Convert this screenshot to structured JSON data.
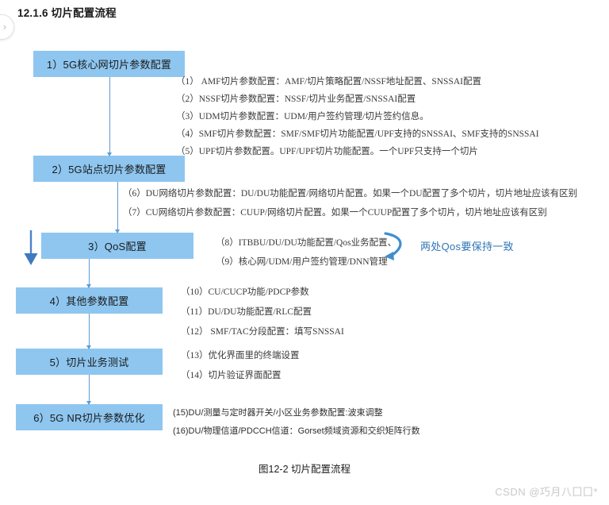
{
  "heading": "12.1.6 切片配置流程",
  "nav": {
    "chevron_glyph": "›"
  },
  "flow_boxes": [
    {
      "id": "box1",
      "label": "1）5G核心网切片参数配置"
    },
    {
      "id": "box2",
      "label": "2）5G站点切片参数配置"
    },
    {
      "id": "box3",
      "label": "3）QoS配置"
    },
    {
      "id": "box4",
      "label": "4）其他参数配置"
    },
    {
      "id": "box5",
      "label": "5）切片业务测试"
    },
    {
      "id": "box6",
      "label": "6）5G NR切片参数优化"
    }
  ],
  "lists": {
    "core": [
      "（1） AMF切片参数配置：AMF/切片策略配置/NSSF地址配置、SNSSAI配置",
      "（2）NSSF切片参数配置：NSSF/切片业务配置/SNSSAI配置",
      "（3）UDM切片参数配置：UDM/用户签约管理/切片签约信息。",
      "（4）SMF切片参数配置：SMF/SMF切片功能配置/UPF支持的SNSSAI、SMF支持的SNSSAI",
      "（5）UPF切片参数配置。UPF/UPF切片功能配置。一个UPF只支持一个切片"
    ],
    "site": [
      "（6）DU网络切片参数配置：DU/DU功能配置/网络切片配置。如果一个DU配置了多个切片，切片地址应该有区别",
      "（7）CU网络切片参数配置：CUUP/网络切片配置。如果一个CUUP配置了多个切片，切片地址应该有区别"
    ],
    "qos": [
      "（8）ITBBU/DU/DU功能配置/Qos业务配置、",
      "（9）核心网/UDM/用户签约管理/DNN管理"
    ],
    "other": [
      "（10）CU/CUCP功能/PDCP参数",
      "（11）DU/DU功能配置/RLC配置",
      "（12） SMF/TAC分段配置：填写SNSSAI"
    ],
    "test": [
      "（13）优化界面里的终端设置",
      "（14）切片验证界面配置"
    ],
    "optimize": [
      "(15)DU/测量与定时器开关/小区业务参数配置:波束调整",
      "(16)DU/物理信道/PDCCH信道：Gorset频域资源和交织矩阵行数"
    ]
  },
  "qos_note": "两处Qos要保持一致",
  "figure_caption": "图12-2 切片配置流程",
  "watermark": "CSDN @巧月八囗囗*",
  "colors": {
    "box_fill": "#8ec6f0",
    "connector": "#5b9bd5",
    "accent_blue": "#2e75b6",
    "arrow_blue": "#4a82c4",
    "watermark_gray": "#c9c9c9"
  }
}
